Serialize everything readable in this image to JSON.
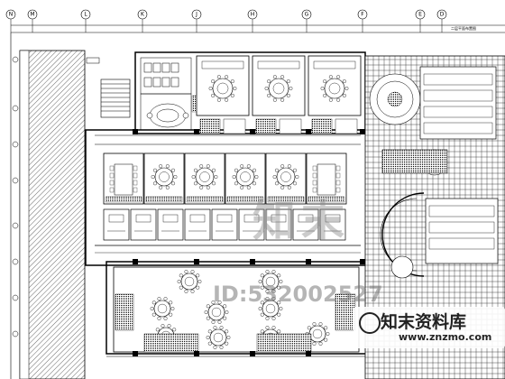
{
  "drawing": {
    "grid_labels": [
      "N",
      "M",
      "L",
      "K",
      "J",
      "H",
      "G",
      "F",
      "E",
      "D"
    ],
    "top_right_caption": "二层平面布置图",
    "colors": {
      "line": "#000000",
      "paper": "#ffffff",
      "hatch": "#1a1a1a",
      "watermark": "#8c8c8c"
    }
  },
  "watermark": {
    "brand_cn": "知末",
    "id_text": "ID:532002527",
    "site_cn": "知末资料库",
    "site_url": "www.znzmo.com"
  }
}
